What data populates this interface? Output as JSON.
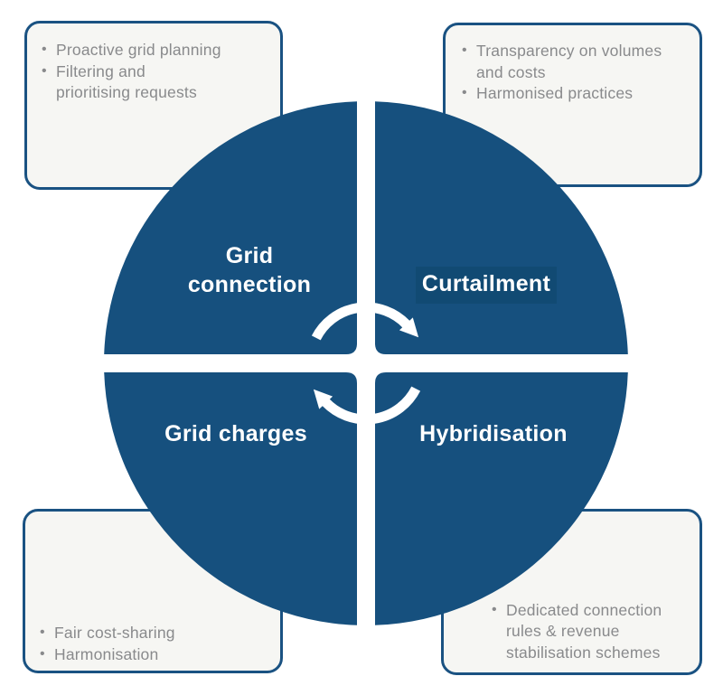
{
  "diagram": {
    "quadrants": {
      "top_left": {
        "label": "Grid connection"
      },
      "top_right": {
        "label": "Curtailment",
        "highlighted": true
      },
      "bottom_left": {
        "label": "Grid charges"
      },
      "bottom_right": {
        "label": "Hybridisation"
      }
    },
    "callouts": {
      "top_left": {
        "items": [
          "Proactive grid planning",
          "Filtering and\nprioritising requests"
        ]
      },
      "top_right": {
        "items": [
          "Transparency on volumes\nand costs",
          "Harmonised practices"
        ]
      },
      "bottom_left": {
        "items": [
          "Fair cost-sharing",
          "Harmonisation"
        ]
      },
      "bottom_right": {
        "items": [
          "Dedicated connection\nrules & revenue\nstabilisation schemes"
        ]
      }
    },
    "center_icon": "clockwise-cycle-arrows",
    "colors": {
      "quadrant_blue": "#16507e",
      "box_border": "#1a5282",
      "box_fill": "#f6f6f3",
      "callout_text": "#898a8c",
      "label_text": "#ffffff",
      "curtailment_highlight": "#114a73",
      "background": "#ffffff"
    }
  }
}
